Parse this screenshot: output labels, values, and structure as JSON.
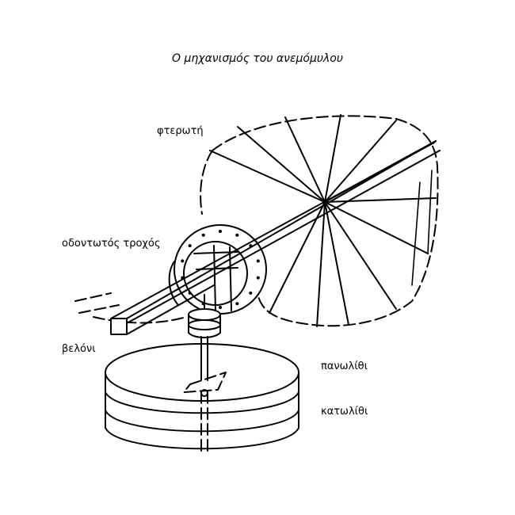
{
  "title": "Ο μηχανισμός του ανεμόμυλου",
  "labels": {
    "sails": "φτερωτή",
    "gear_wheel": "οδοντωτός τροχός",
    "spindle": "βελόνι",
    "upper_millstone": "πανωλίθι",
    "lower_millstone": "κατωλίθι"
  }
}
